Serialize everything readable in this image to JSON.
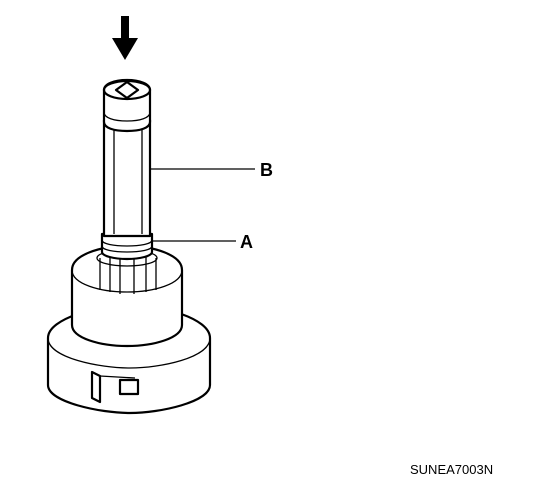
{
  "diagram": {
    "callouts": {
      "a": "A",
      "b": "B"
    },
    "figure_code": "SUNEA7003N"
  },
  "colors": {
    "ink": "#000000",
    "paper": "#ffffff"
  },
  "icons": {
    "press_direction": "arrow-down-icon"
  }
}
